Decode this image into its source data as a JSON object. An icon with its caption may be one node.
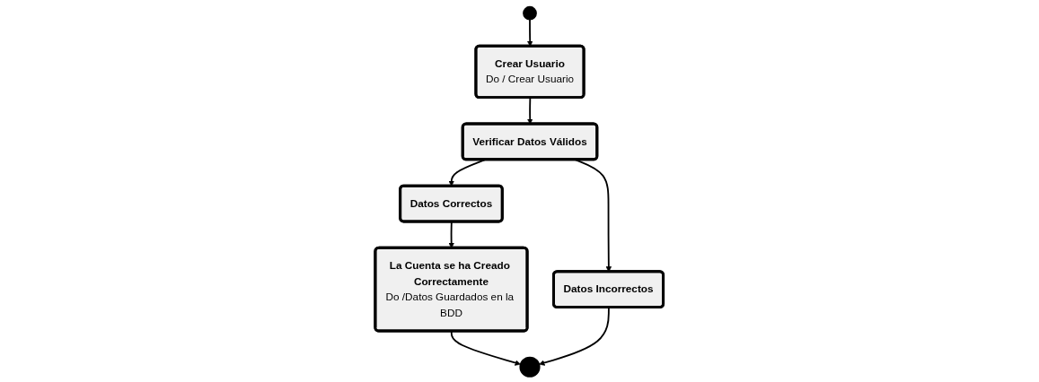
{
  "diagram": {
    "nodes": [
      {
        "text": [],
        "shape": "circle"
      },
      {
        "text": [
          "Crear Usuario",
          "Do / Crear Usuario"
        ]
      },
      {
        "text": [
          "Datos Correctos"
        ]
      },
      {
        "text": [
          "Verificar Datos Válidos"
        ]
      },
      {
        "text": [
          "Datos Incorrectos"
        ]
      },
      {
        "text": [
          "La Cuenta se ha Creado Correctamente",
          "Do /Datos Guardados en la BDD"
        ]
      },
      {
        "text": [],
        "shape": "circle"
      }
    ],
    "edges": [
      {
        "from": 0,
        "to": 1,
        "arrow": "to"
      },
      {
        "from": 1,
        "to": 3,
        "arrow": "to"
      },
      {
        "from": 3,
        "to": 2,
        "arrow": "to"
      },
      {
        "from": 3,
        "to": 4,
        "arrow": "to"
      },
      {
        "from": 2,
        "to": 5,
        "arrow": "to"
      },
      {
        "from": 5,
        "to": 6,
        "arrow": "to"
      },
      {
        "from": 4,
        "to": 6,
        "arrow": "to"
      }
    ]
  }
}
